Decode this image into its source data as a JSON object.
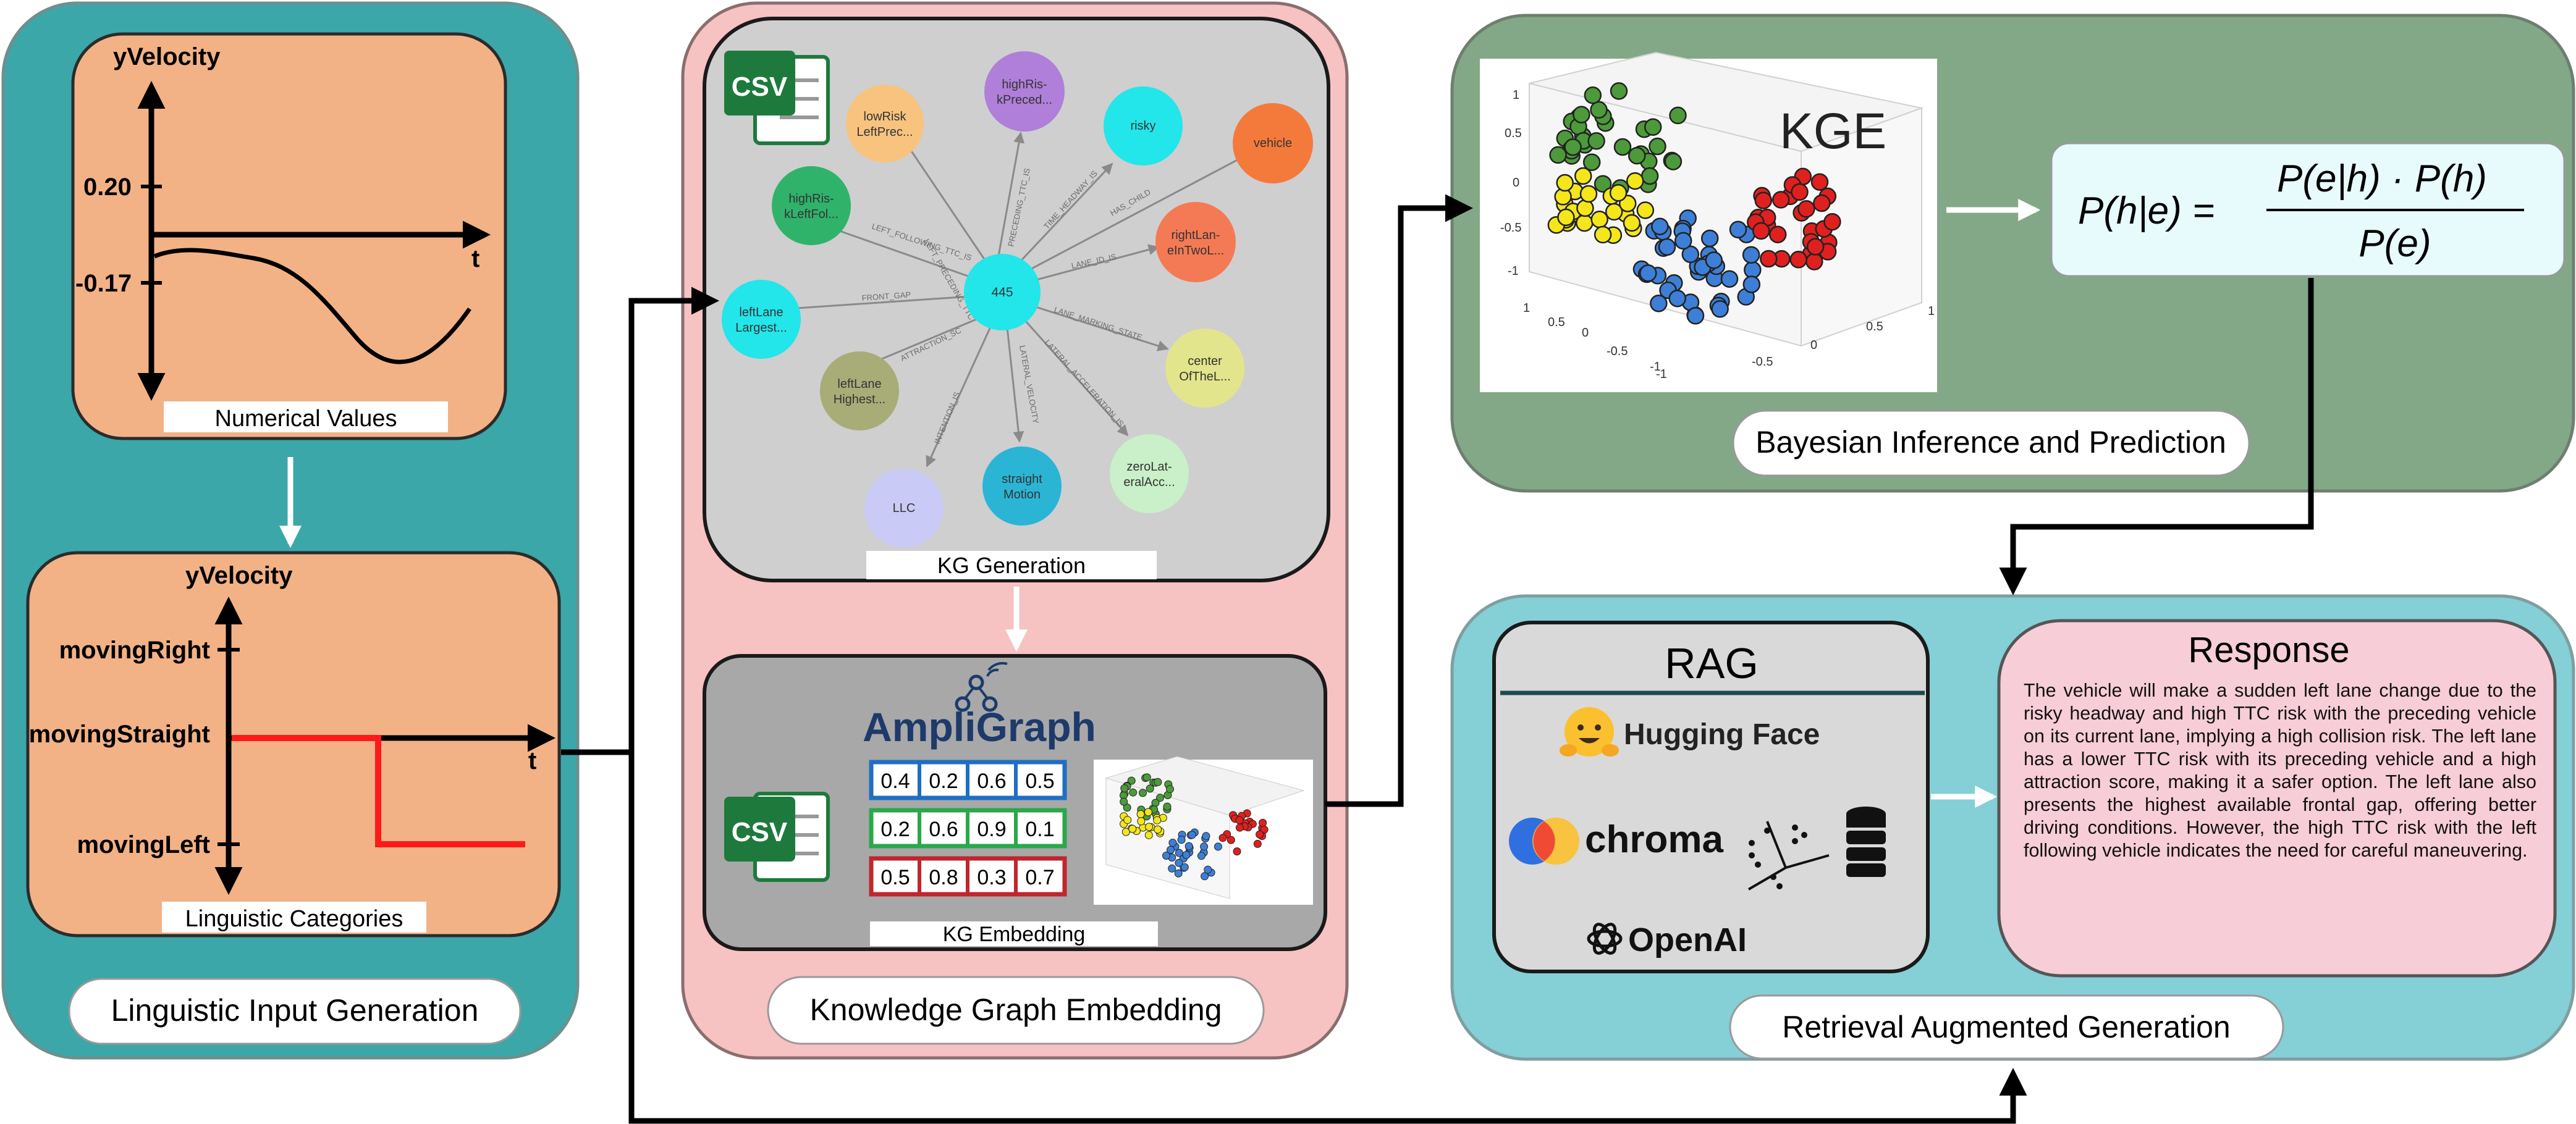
{
  "linguistic": {
    "title": "Linguistic Input Generation",
    "numerical": {
      "axis_y": "yVelocity",
      "axis_x": "t",
      "tick_high": "0.20",
      "tick_low": "-0.17",
      "caption": "Numerical Values"
    },
    "categories": {
      "axis_y": "yVelocity",
      "axis_x": "t",
      "label_right": "movingRight",
      "label_straight": "movingStraight",
      "label_left": "movingLeft",
      "caption": "Linguistic Categories"
    }
  },
  "kg": {
    "title": "Knowledge Graph Embedding",
    "generation_caption": "KG Generation",
    "embedding_caption": "KG Embedding",
    "csv_label": "CSV",
    "center_node": "445",
    "nodes": [
      {
        "label": "lowRisk LeftPrec...",
        "color": "#f7c37f"
      },
      {
        "label": "highRis- kPreced...",
        "color": "#b07fd9"
      },
      {
        "label": "risky",
        "color": "#22e6ea"
      },
      {
        "label": "vehicle",
        "color": "#f47a3c"
      },
      {
        "label": "highRis- kLeftFol...",
        "color": "#2fb36b"
      },
      {
        "label": "rightLan- eInTwoL...",
        "color": "#f47a55"
      },
      {
        "label": "leftLane Largest...",
        "color": "#22e6ea"
      },
      {
        "label": "center OfTheL...",
        "color": "#e3e58c"
      },
      {
        "label": "leftLane Highest...",
        "color": "#a8ad78"
      },
      {
        "label": "zeroLat- eralAcc...",
        "color": "#c9f0c8"
      },
      {
        "label": "LLC",
        "color": "#c9cbf6"
      },
      {
        "label": "straight Motion",
        "color": "#2bb5d5"
      }
    ],
    "edges": [
      "LEFT_PRECEDING_TTC",
      "PRECEDING_TTC_IS",
      "TIME_HEADWAY_IS",
      "HAS_CHILD",
      "LEFT_FOLLOWING_TTC_IS",
      "LANE_ID_IS",
      "FRONT_GAP",
      "LANE_MARKING_STATE",
      "ATTRACTION_SC",
      "LATERAL_ACCELERATION_IS",
      "INTENTION_IS",
      "LATERAL_VELOCITY"
    ],
    "ampligraph": "AmpliGraph",
    "vectors": [
      {
        "values": [
          "0.4",
          "0.2",
          "0.6",
          "0.5"
        ],
        "color": "#1e6fc2"
      },
      {
        "values": [
          "0.2",
          "0.6",
          "0.9",
          "0.1"
        ],
        "color": "#2aa84a"
      },
      {
        "values": [
          "0.5",
          "0.8",
          "0.3",
          "0.7"
        ],
        "color": "#c0262d"
      }
    ]
  },
  "bayes": {
    "title": "Bayesian Inference and Prediction",
    "kge_label": "KGE",
    "formula_lhs": "P(h|e) =",
    "formula_num": "P(e|h) · P(h)",
    "formula_den": "P(e)",
    "axis_ticks_left": [
      "1",
      "0.5",
      "0",
      "-0.5",
      "-1"
    ],
    "axis_ticks_bottom_left": [
      "1",
      "0.5",
      "0",
      "-0.5",
      "-1"
    ],
    "axis_ticks_bottom_right": [
      "-1",
      "-0.5",
      "0",
      "0.5",
      "1"
    ]
  },
  "rag": {
    "title": "Retrieval Augmented Generation",
    "rag_label": "RAG",
    "hugging_face": "Hugging Face",
    "chroma": "chroma",
    "openai": "OpenAI",
    "response_title": "Response",
    "response_text": "The vehicle will make a sudden left lane change due to the risky headway and high TTC risk with the preceding vehicle on its current lane, implying a high collision risk. The left lane has a lower TTC risk with its preceding vehicle and a high attraction score, making it a safer option. The left lane also presents the highest available frontal gap, offering better driving conditions. However, the high TTC risk with the left following vehicle indicates the need for careful maneuvering."
  },
  "colors": {
    "teal_panel": "#3ba7a9",
    "pink_panel": "#f7c2c2",
    "green_panel": "#83a888",
    "cyan_panel": "#85cfd6",
    "orange_box": "#f2b286",
    "gray_box": "#cfcfcf",
    "formula_box": "#e7fafc",
    "response_box": "#f7cdd8"
  }
}
